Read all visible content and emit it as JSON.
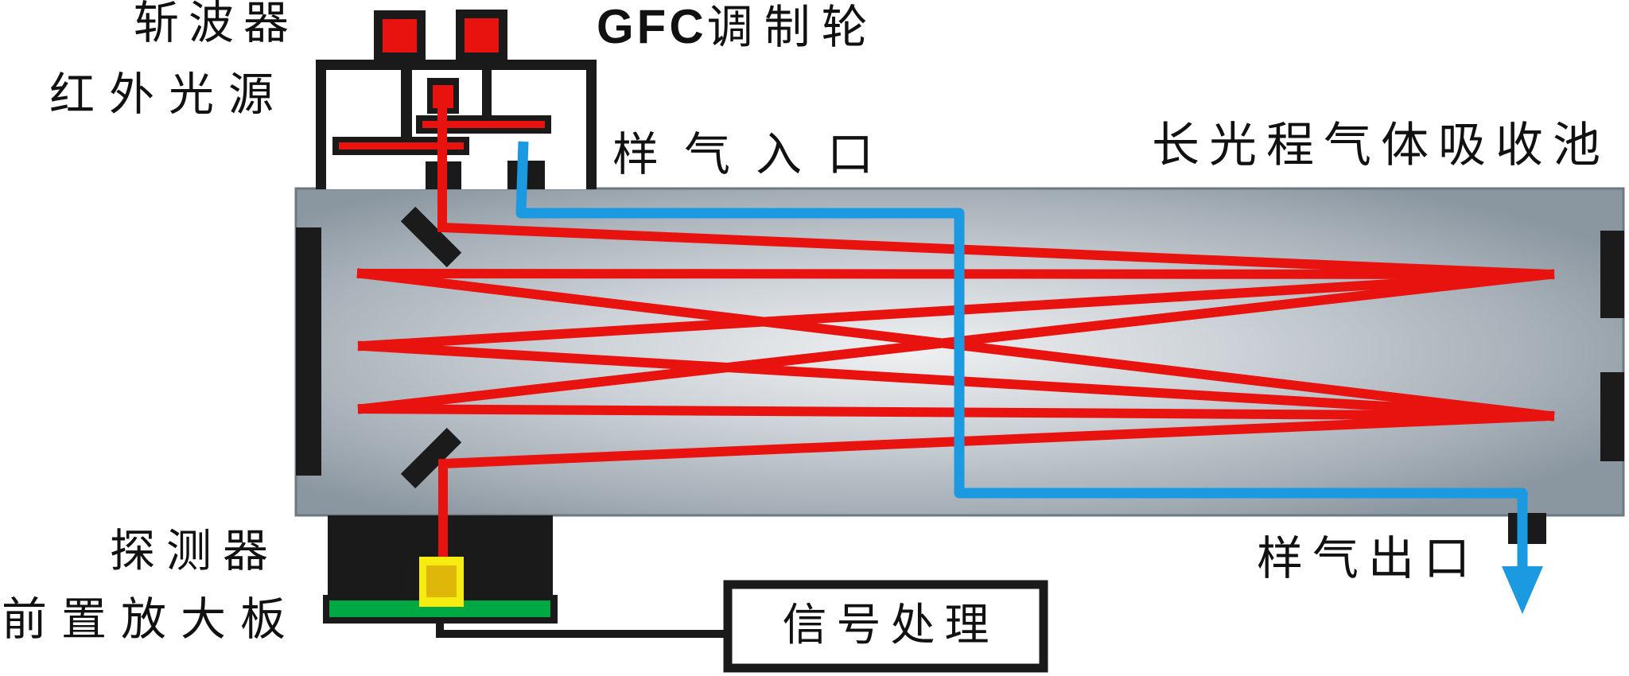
{
  "labels": {
    "chopper": "斩波器",
    "ir_source": "红外光源",
    "gfc_wheel_prefix": "GFC",
    "gfc_wheel_suffix": "调制轮",
    "gas_inlet": "样气入口",
    "absorption_cell": "长光程气体吸收池",
    "gas_outlet": "样气出口",
    "detector": "探测器",
    "preamp_board": "前置放大板",
    "signal_processing": "信号处理"
  },
  "icons": {
    "gas_outlet_arrow": "down-arrow-triangle"
  },
  "colors": {
    "beam_red": "#e8120f",
    "gas_blue": "#1b99e1",
    "pcb_green": "#00a843",
    "detector_yellow": "#f6ec0f",
    "detector_yellow_inner": "#dfb70a",
    "structure_black": "#1a1a1a",
    "cell_gray_edge": "#8e9aa4",
    "cell_gray_center": "#eef0f1",
    "cell_border_gray": "#6d7880"
  }
}
